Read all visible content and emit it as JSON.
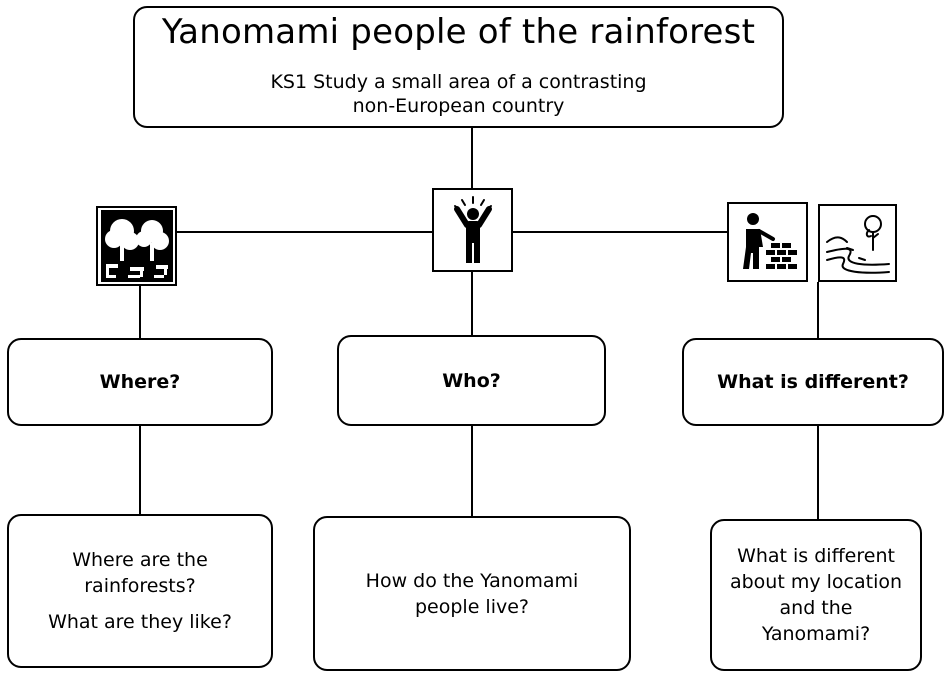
{
  "header": {
    "title": "Yanomami people of the rainforest",
    "subtitle_line1": "KS1 Study a small area of a contrasting",
    "subtitle_line2": "non-European country"
  },
  "icons": {
    "left": "rainforest-trees-icon",
    "center": "person-cheering-icon",
    "right1": "builder-bricks-icon",
    "right2": "river-landscape-icon"
  },
  "branches": {
    "where": {
      "heading": "Where?",
      "question_line1": "Where are the",
      "question_line2": "rainforests?",
      "question_line3": "What are they like?"
    },
    "who": {
      "heading": "Who?",
      "question_line1": "How do the Yanomami",
      "question_line2": "people live?"
    },
    "different": {
      "heading": "What is different?",
      "question_line1": "What is different",
      "question_line2": "about my location",
      "question_line3": "and the",
      "question_line4": "Yanomami?"
    }
  },
  "colors": {
    "line": "#000000",
    "background": "#ffffff"
  }
}
